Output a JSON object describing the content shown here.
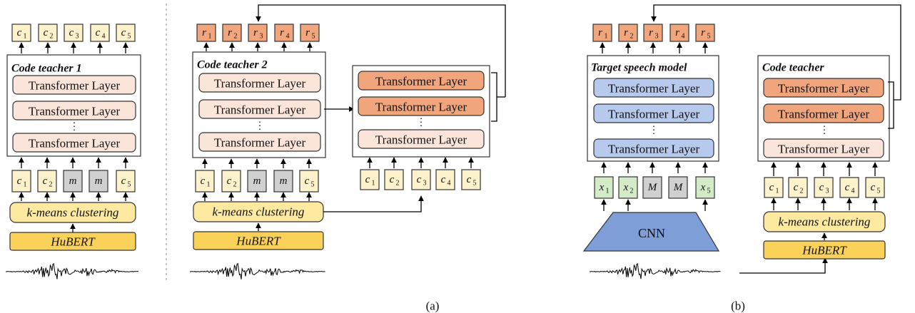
{
  "colors": {
    "code_fill": "#fdf2cc",
    "code_stroke": "#7a6a2a",
    "mask_fill": "#d0d0d0",
    "r_fill": "#f1a57c",
    "layer_light": "#fbe5da",
    "layer_orange": "#f1a57c",
    "layer_blue": "#b7c9ec",
    "kmeans_fill": "#fde9a0",
    "hubert_fill": "#fad25a",
    "x_fill": "#d4ebc8",
    "cnn_fill": "#7f9dd6"
  },
  "labels": {
    "c1": "c",
    "c2": "c",
    "c3": "c",
    "c4": "c",
    "c5": "c",
    "r": "r",
    "x": "x",
    "sub1": "1",
    "sub2": "2",
    "sub3": "3",
    "sub4": "4",
    "sub5": "5",
    "mask_small": "m",
    "mask_big": "M",
    "dots": "⋮"
  },
  "panel_a": {
    "teacher1_title": "Code teacher 1",
    "teacher2_title": "Code teacher 2",
    "layer": "Transformer Layer",
    "kmeans": "k-means clustering",
    "hubert": "HuBERT",
    "caption": "(a)"
  },
  "panel_b": {
    "student_title": "Target speech model",
    "teacher_title": "Code teacher",
    "layer": "Transformer Layer",
    "cnn": "CNN",
    "kmeans": "k-means clustering",
    "hubert": "HuBERT",
    "caption": "(b)"
  }
}
